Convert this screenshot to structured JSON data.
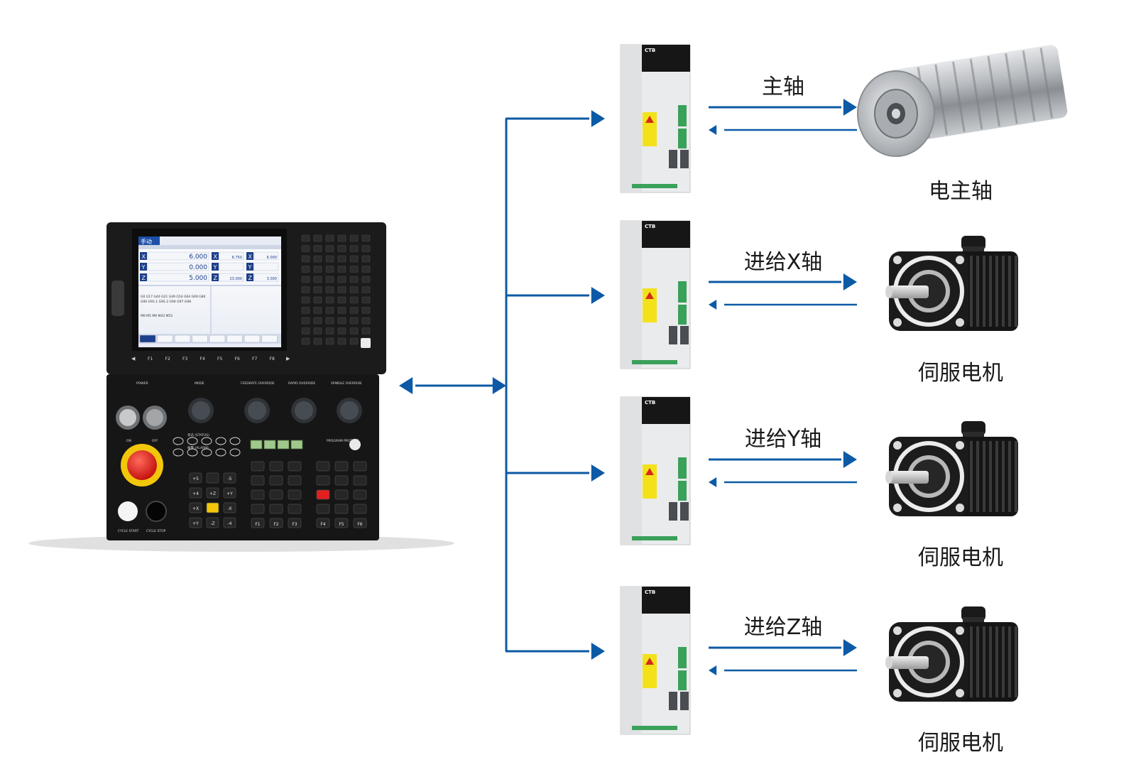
{
  "colors": {
    "connector": "#0c5aa6",
    "panel": "#161616",
    "screen": "#1d3f8a",
    "emergency_stop": "#e41f1f",
    "drive_body": "#e9ebec",
    "drive_top": "#161616",
    "warning_label": "#f3e21a",
    "spindle_metal": "#b9bcc0",
    "servo_body": "#151515"
  },
  "controller": {
    "screen": {
      "mode": "手动",
      "axes": [
        {
          "axis": "X",
          "value": "6.000"
        },
        {
          "axis": "Y",
          "value": "0.000"
        },
        {
          "axis": "Z",
          "value": "5.000"
        }
      ],
      "relative": [
        {
          "axis": "X",
          "value": "6.750"
        },
        {
          "axis": "Y",
          "value": ""
        },
        {
          "axis": "Z",
          "value": "23.000"
        }
      ],
      "remaining": [
        {
          "axis": "X",
          "value": "6.000"
        },
        {
          "axis": "Y",
          "value": ""
        },
        {
          "axis": "Z",
          "value": "3.000"
        }
      ],
      "program_line_1": "G0 G17 G40 G21 G49 G54 G64 G69 G80",
      "program_line_2": "G90 G91.1 G92.2 G94 G97 G98",
      "program_line_3": "M9 M5 M9 M43 M52",
      "softkeys": [
        "F1",
        "F2",
        "F3",
        "F4",
        "F5",
        "F6",
        "F7",
        "F8"
      ]
    },
    "panel_labels": {
      "power": "POWER",
      "mode": "MODE",
      "feedrate_override": "FEEDRATE OVERRIDE",
      "rapid_override": "RAPID OVERRIDE",
      "spindle_override": "SPINDLE OVERRIDE",
      "status": "状态 (STATUS)",
      "alarm": "报警 (ALARM)",
      "on": "ON",
      "off": "OFF",
      "cycle_start": "CYCLE START",
      "cycle_stop": "CYCLE STOP",
      "program_protect": "PROGRAM PROTECT"
    },
    "jog_keys": [
      "+5",
      "",
      "-5",
      "+4",
      "+Z",
      "+Y",
      "+X",
      "",
      "-X",
      "+Y",
      "-Z",
      "-4"
    ],
    "function_keys": [
      "F1",
      "F2",
      "F3",
      "F4",
      "F5",
      "F6"
    ]
  },
  "drives": [
    {
      "brand": "CTB"
    },
    {
      "brand": "CTB"
    },
    {
      "brand": "CTB"
    },
    {
      "brand": "CTB"
    }
  ],
  "links": [
    {
      "label": "主轴",
      "device": "电主轴",
      "device_icon": "spindle-motor-icon"
    },
    {
      "label": "进给X轴",
      "device": "伺服电机",
      "device_icon": "servo-motor-icon"
    },
    {
      "label": "进给Y轴",
      "device": "伺服电机",
      "device_icon": "servo-motor-icon"
    },
    {
      "label": "进给Z轴",
      "device": "伺服电机",
      "device_icon": "servo-motor-icon"
    }
  ]
}
